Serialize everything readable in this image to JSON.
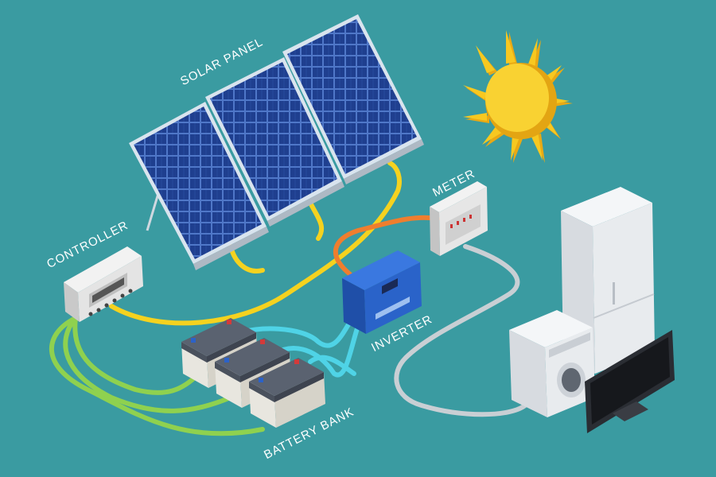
{
  "labels": {
    "solar_panel": "SOLAR PANEL",
    "controller": "CONTROLLER",
    "meter": "METER",
    "inverter": "INVERTER",
    "battery_bank": "BATTERY BANK"
  },
  "colors": {
    "background": "#3a9ba1",
    "panel_cell": "#1f3f8f",
    "panel_frame": "#d9e4ee",
    "dc_cable_controller": "#f5d21f",
    "cable_battery_controller": "#8fd14f",
    "cable_battery_inverter": "#4fd3e6",
    "cable_inverter_meter": "#ef7e2e",
    "cable_ac_loads": "#c9cfd4",
    "inverter_body": "#2a63c9",
    "sun": "#f7c820"
  },
  "icons": [
    "solar-panel-icon",
    "sun-icon",
    "charge-controller-icon",
    "battery-icon",
    "inverter-icon",
    "meter-icon",
    "refrigerator-icon",
    "washing-machine-icon",
    "tv-icon"
  ]
}
